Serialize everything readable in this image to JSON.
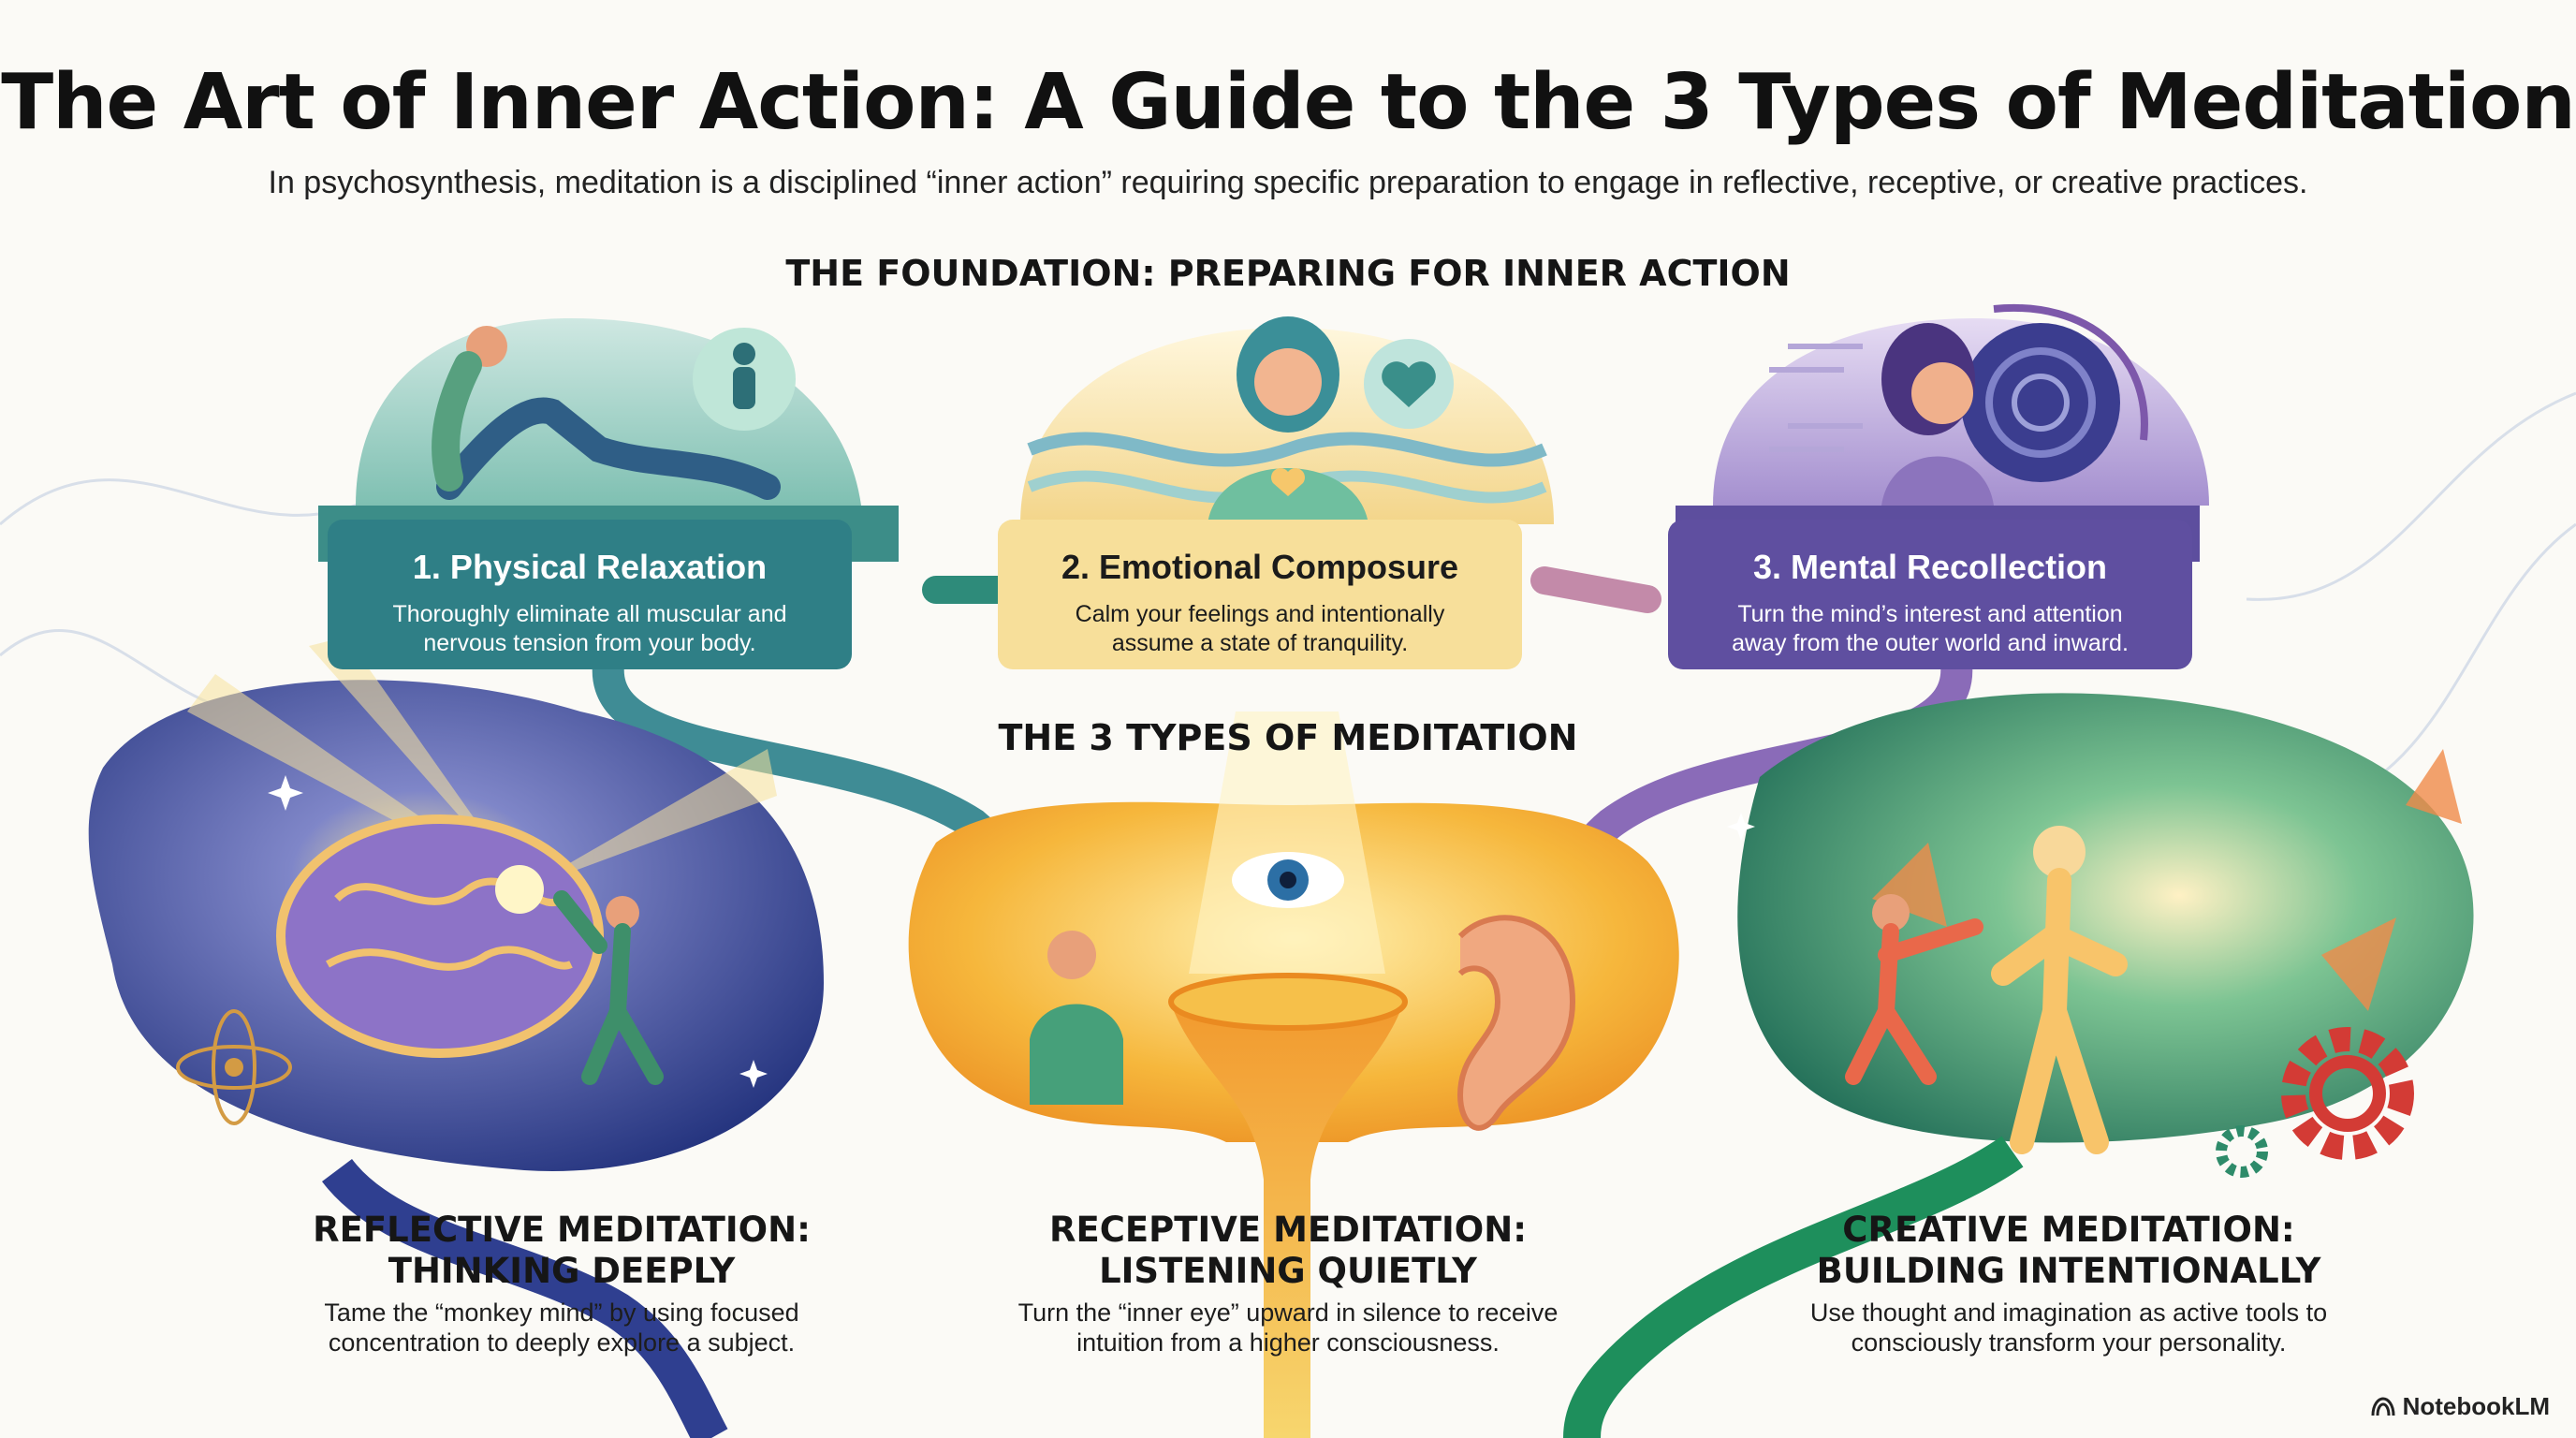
{
  "header": {
    "title": "The Art of Inner Action: A Guide to the 3 Types of Meditation",
    "subtitle": "In psychosynthesis, meditation is a disciplined “inner action” requiring specific preparation to engage in reflective, receptive, or creative practices."
  },
  "foundation": {
    "heading": "THE FOUNDATION: PREPARING FOR INNER ACTION",
    "steps": [
      {
        "title": "1. Physical Relaxation",
        "description": "Thoroughly eliminate all muscular and nervous tension from your body.",
        "color": "#2f7f86",
        "icon": "reclining-person-icon"
      },
      {
        "title": "2. Emotional Composure",
        "description": "Calm your feelings and intentionally assume a state of tranquility.",
        "color": "#f7df9a",
        "icon": "heart-icon"
      },
      {
        "title": "3. Mental Recollection",
        "description": "Turn the mind’s interest and attention away from the outer world and inward.",
        "color": "#5f4fa0",
        "icon": "inward-spiral-icon"
      }
    ]
  },
  "types": {
    "heading": "THE 3 TYPES OF MEDITATION",
    "items": [
      {
        "heading_line1": "REFLECTIVE MEDITATION:",
        "heading_line2": "THINKING DEEPLY",
        "description": "Tame the “monkey mind” by using focused concentration to deeply explore a subject.",
        "icon": "brain-icon"
      },
      {
        "heading_line1": "RECEPTIVE MEDITATION:",
        "heading_line2": "LISTENING QUIETLY",
        "description": "Turn the “inner eye” upward in silence to receive intuition from a higher consciousness.",
        "icon": "eye-icon"
      },
      {
        "heading_line1": "CREATIVE MEDITATION:",
        "heading_line2": "BUILDING INTENTIONALLY",
        "description": "Use thought and imagination as active tools to consciously transform your personality.",
        "icon": "gear-icon"
      }
    ]
  },
  "footer": {
    "brand": "NotebookLM"
  }
}
